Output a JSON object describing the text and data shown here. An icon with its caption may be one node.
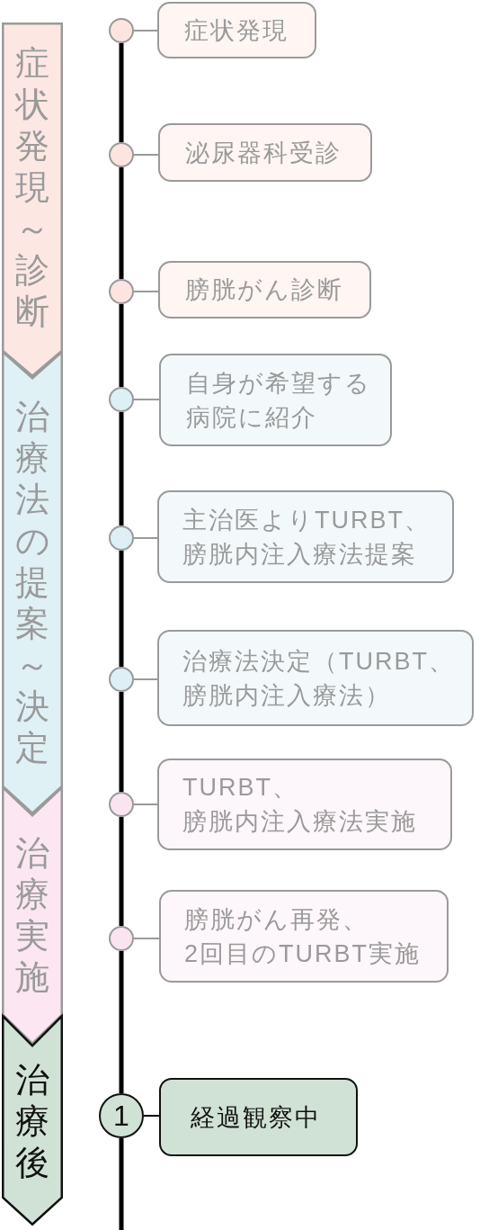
{
  "diagram": {
    "nodes": [
      {
        "text": [
          "症状発現～診断"
        ]
      },
      {
        "text": [
          "治療法の提案～決定"
        ]
      },
      {
        "text": [
          "治療実施"
        ]
      },
      {
        "text": [
          "治療後"
        ]
      },
      {
        "text": [],
        "shape": "circle"
      },
      {
        "text": [
          "症状発現"
        ]
      },
      {
        "text": [],
        "shape": "circle"
      },
      {
        "text": [
          "泌尿器科受診"
        ]
      },
      {
        "text": [],
        "shape": "circle"
      },
      {
        "text": [
          "膀胱がん診断"
        ]
      },
      {
        "text": [],
        "shape": "circle"
      },
      {
        "text": [
          "自身が希望する病院に紹介"
        ]
      },
      {
        "text": [],
        "shape": "circle"
      },
      {
        "text": [
          "主治医よりTURBT、膀胱内注入療法提案"
        ]
      },
      {
        "text": [],
        "shape": "circle"
      },
      {
        "text": [
          "治療法決定（TURBT、膀胱内注入療法）"
        ]
      },
      {
        "text": [],
        "shape": "circle"
      },
      {
        "text": [
          "TURBT、膀胱内注入療法実施"
        ]
      },
      {
        "text": [],
        "shape": "circle"
      },
      {
        "text": [
          "膀胱がん再発、2回目のTURBT実施"
        ]
      },
      {
        "text": [
          "1"
        ]
      },
      {
        "text": [
          "経過観察中"
        ]
      }
    ],
    "edges": [
      {
        "from": 4,
        "to": 5,
        "arrow": "none",
        "color": "#9a9a9a"
      },
      {
        "from": 6,
        "to": 7,
        "arrow": "none",
        "color": "#9a9a9a"
      },
      {
        "from": 8,
        "to": 9,
        "arrow": "none",
        "color": "#9a9a9a"
      },
      {
        "from": 10,
        "to": 11,
        "arrow": "none",
        "color": "#9a9a9a"
      },
      {
        "from": 12,
        "to": 13,
        "arrow": "none",
        "color": "#9a9a9a"
      },
      {
        "from": 14,
        "to": 15,
        "arrow": "none",
        "color": "#9a9a9a"
      },
      {
        "from": 16,
        "to": 17,
        "arrow": "none",
        "color": "#9a9a9a"
      },
      {
        "from": 18,
        "to": 19,
        "arrow": "none",
        "color": "#9a9a9a"
      },
      {
        "from": 20,
        "to": 21,
        "arrow": "none"
      },
      {
        "from": 4,
        "to": 6,
        "arrow": "none",
        "style": "thick"
      },
      {
        "from": 6,
        "to": 8,
        "arrow": "none",
        "style": "thick"
      },
      {
        "from": 8,
        "to": 10,
        "arrow": "none",
        "style": "thick"
      },
      {
        "from": 10,
        "to": 12,
        "arrow": "none",
        "style": "thick"
      },
      {
        "from": 12,
        "to": 14,
        "arrow": "none",
        "style": "thick"
      },
      {
        "from": 14,
        "to": 16,
        "arrow": "none",
        "style": "thick"
      },
      {
        "from": 16,
        "to": 18,
        "arrow": "none",
        "style": "thick"
      },
      {
        "from": 18,
        "to": 20,
        "arrow": "none",
        "style": "thick"
      },
      {
        "from": 20,
        "to": null,
        "arrow": "none",
        "style": "thick"
      }
    ]
  }
}
